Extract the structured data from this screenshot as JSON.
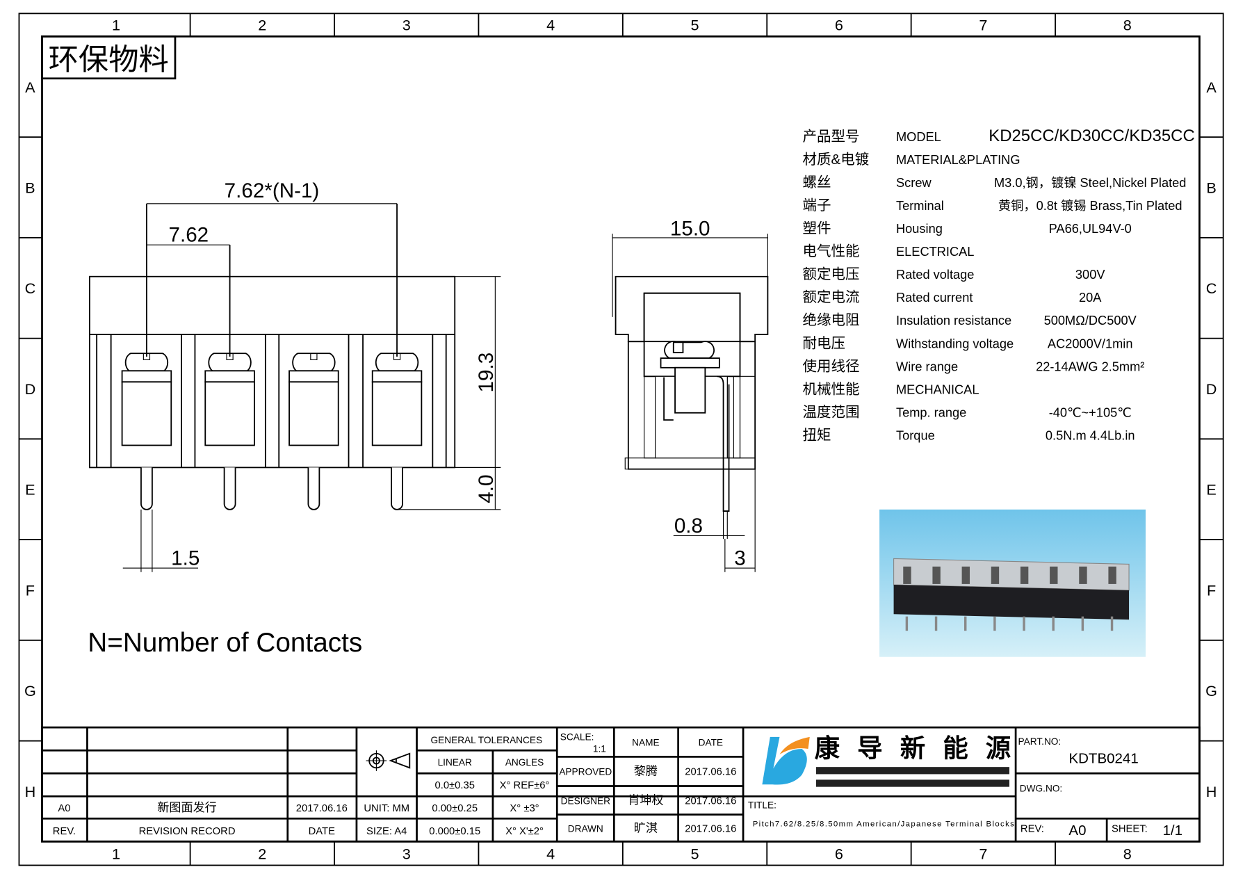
{
  "frame": {
    "columns": [
      "1",
      "2",
      "3",
      "4",
      "5",
      "6",
      "7",
      "8"
    ],
    "rows": [
      "A",
      "B",
      "C",
      "D",
      "E",
      "F",
      "G",
      "H"
    ],
    "stamp": "环保物料"
  },
  "front_view": {
    "dim_pitch_total": "7.62*(N-1)",
    "dim_pitch": "7.62",
    "dim_height": "19.3",
    "dim_pin_length": "4.0",
    "dim_pin_width": "1.5",
    "note": "N=Number of Contacts"
  },
  "side_view": {
    "dim_width": "15.0",
    "dim_pin_thickness": "0.8",
    "dim_offset": "3"
  },
  "specs": [
    {
      "cn": "产品型号",
      "en": "MODEL",
      "value": "KD25CC/KD30CC/KD35CC"
    },
    {
      "cn": "材质&电镀",
      "en": "MATERIAL&PLATING",
      "value": ""
    },
    {
      "cn": "螺丝",
      "en": "Screw",
      "value": "M3.0,钢，镀镍 Steel,Nickel Plated"
    },
    {
      "cn": "端子",
      "en": "Terminal",
      "value": "黄铜，0.8t 镀锡 Brass,Tin Plated"
    },
    {
      "cn": "塑件",
      "en": "Housing",
      "value": "PA66,UL94V-0"
    },
    {
      "cn": "电气性能",
      "en": "ELECTRICAL",
      "value": ""
    },
    {
      "cn": "额定电压",
      "en": "Rated voltage",
      "value": "300V"
    },
    {
      "cn": "额定电流",
      "en": "Rated current",
      "value": "20A"
    },
    {
      "cn": "绝缘电阻",
      "en": "Insulation resistance",
      "value": "500MΩ/DC500V"
    },
    {
      "cn": "耐电压",
      "en": "Withstanding voltage",
      "value": "AC2000V/1min"
    },
    {
      "cn": "使用线径",
      "en": "Wire range",
      "value": "22-14AWG 2.5mm²"
    },
    {
      "cn": "机械性能",
      "en": "MECHANICAL",
      "value": ""
    },
    {
      "cn": "温度范围",
      "en": "Temp. range",
      "value": "-40℃~+105℃"
    },
    {
      "cn": "扭矩",
      "en": "Torque",
      "value": "0.5N.m  4.4Lb.in"
    }
  ],
  "title_block": {
    "revision": {
      "rev": "A0",
      "record": "新图面发行",
      "date": "2017.06.16",
      "rev_header": "REV.",
      "record_header": "REVISION RECORD",
      "date_header": "DATE"
    },
    "unit": "UNIT: MM",
    "size": "SIZE: A4",
    "tolerances": {
      "header": "GENERAL TOLERANCES",
      "linear_header": "LINEAR",
      "angles_header": "ANGLES",
      "linear": [
        "0.0±0.35",
        "0.00±0.25",
        "0.000±0.15"
      ],
      "angles": [
        "X° REF±6°",
        "X°  ±3°",
        "X° X'±2°"
      ]
    },
    "scale_label": "SCALE:",
    "scale_value": "1:1",
    "name_header": "NAME",
    "date_header": "DATE",
    "signoffs": [
      {
        "role": "APPROVED",
        "name": "黎腾",
        "date": "2017.06.16"
      },
      {
        "role": "DESIGNER",
        "name": "肖坤权",
        "date": "2017.06.16"
      },
      {
        "role": "DRAWN",
        "name": "旷淇",
        "date": "2017.06.16"
      }
    ],
    "company": "康 导 新 能 源",
    "title_label": "TITLE:",
    "title": "Pitch7.62/8.25/8.50mm American/Japanese Terminal Blocks",
    "part_no_label": "PART.NO:",
    "part_no": "KDTB0241",
    "dwg_no_label": "DWG.NO:",
    "rev_label": "REV:",
    "rev": "A0",
    "sheet_label": "SHEET:",
    "sheet": "1/1"
  },
  "colors": {
    "logo_blue": "#29a8e0",
    "logo_orange": "#f39020",
    "photo_bg": "#a8dcf0"
  }
}
